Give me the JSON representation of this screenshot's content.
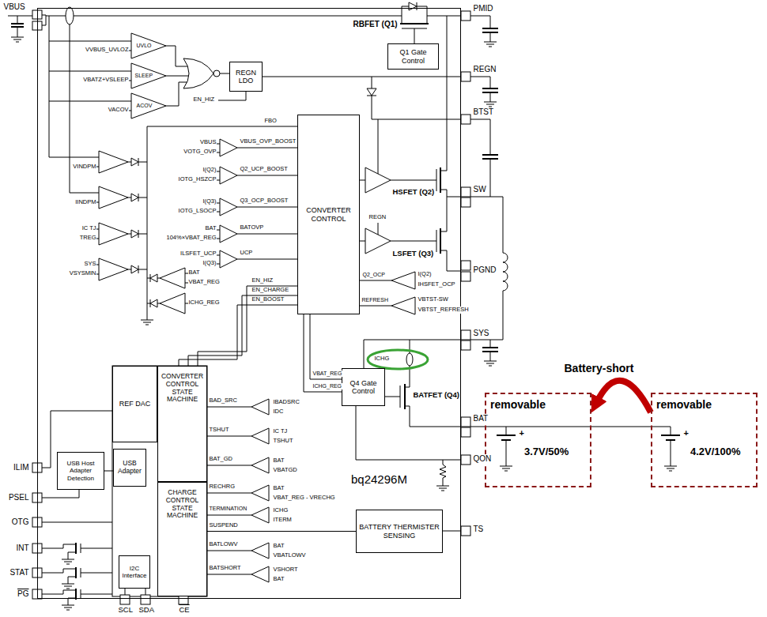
{
  "diagram": {
    "nodes": [
      {
        "text": [
          "bq24296M"
        ]
      },
      {
        "text": [
          "REGN LDO"
        ],
        "in": 0
      },
      {
        "text": [
          "Q1 Gate Control"
        ],
        "in": 0
      },
      {
        "text": [
          "CONVERTER CONTROL"
        ],
        "in": 0
      },
      {
        "text": [
          "REF DAC"
        ],
        "in": 0
      },
      {
        "text": [
          "CONVERTER CONTROL STATE MACHINE"
        ],
        "in": 0
      },
      {
        "text": [
          "CHARGE CONTROL STATE MACHINE"
        ],
        "in": 0
      },
      {
        "text": [
          "USB Host Adapter Detection"
        ],
        "in": 0
      },
      {
        "text": [
          "USB Adapter"
        ],
        "in": 0
      },
      {
        "text": [
          "I2C Interface"
        ],
        "in": 0
      },
      {
        "text": [
          "Q4 Gate Control"
        ],
        "in": 0
      },
      {
        "text": [
          "BATTERY THERMISTER SENSING"
        ],
        "in": 0
      },
      {
        "text": [
          "removable",
          "3.7V/50%"
        ]
      },
      {
        "text": [
          "removable",
          "4.2V/100%"
        ]
      }
    ],
    "edges": [
      {
        "from": 7,
        "to": 8,
        "arrow": "none"
      },
      {
        "from": 11,
        "to": 6,
        "label": "SUSPEND",
        "arrow": "none"
      },
      {
        "from": 13,
        "to": 12,
        "label": "Battery-short",
        "arrow": "to"
      }
    ],
    "labels": [
      "VBUS",
      "VVBUS_UVLOZ",
      "UVLO",
      "VBATZ+VSLEEP",
      "SLEEP",
      "ACOV",
      "VACOV",
      "EN_HIZ",
      "RBFET (Q1)",
      "PMID",
      "REGN",
      "BTST",
      "SW",
      "PGND",
      "FBO",
      "VBUS",
      "VOTG_OVP",
      "VBUS_OVP_BOOST",
      "I(Q2)",
      "IOTG_HSZCP",
      "Q2_UCP_BOOST",
      "I(Q3)",
      "IOTG_LSOCP",
      "Q3_OCP_BOOST",
      "BAT",
      "104%×VBAT_REG",
      "BATOVP",
      "ILSFET_UCP",
      "I(Q3)",
      "UCP",
      "HSFET (Q2)",
      "REGN",
      "LSFET (Q3)",
      "Q2_OCP",
      "I(Q2)",
      "IHSFET_OCP",
      "REFRESH",
      "VBTST-SW",
      "VBTST_REFRESH",
      "EN_HIZ",
      "EN_CHARGE",
      "EN_BOOST",
      "VINDPM",
      "IINDPM",
      "IC TJ",
      "TREG",
      "SYS",
      "VSYSMIN",
      "BAT",
      "VBAT_REG",
      "ICHG_REG",
      "SYS",
      "ICHG",
      "VBAT_REG",
      "ICHG_REG",
      "BATFET (Q4)",
      "BAT",
      "QON",
      "TS",
      "BAD_SRC",
      "IBADSRC",
      "IDC",
      "TSHUT",
      "IC TJ",
      "TSHUT",
      "BAT_GD",
      "BAT",
      "VBATGD",
      "RECHRG",
      "BAT",
      "VBAT_REG - VRECHG",
      "TERMINATION",
      "ICHG",
      "ITERM",
      "BATLOWV",
      "BAT",
      "VBATLOWV",
      "BATSHORT",
      "VSHORT",
      "BAT",
      "ILIM",
      "PSEL",
      "OTG",
      "INT",
      "STAT",
      "PG",
      "SCL",
      "SDA",
      "CE",
      "+",
      "+"
    ]
  }
}
